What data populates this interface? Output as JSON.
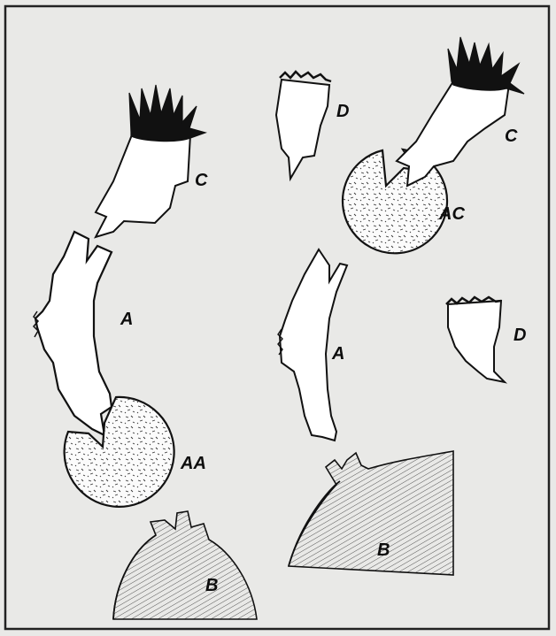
{
  "labels": {
    "C_left": "C",
    "C_right": "C",
    "D_top": "D",
    "D_right": "D",
    "A_left": "A",
    "A_right": "A",
    "AA": "AA",
    "AC": "AC",
    "B_left": "B",
    "B_right": "B"
  },
  "colors": {
    "paper": "#e9e9e7",
    "ink": "#0d0d0d",
    "frame": "#222222"
  }
}
